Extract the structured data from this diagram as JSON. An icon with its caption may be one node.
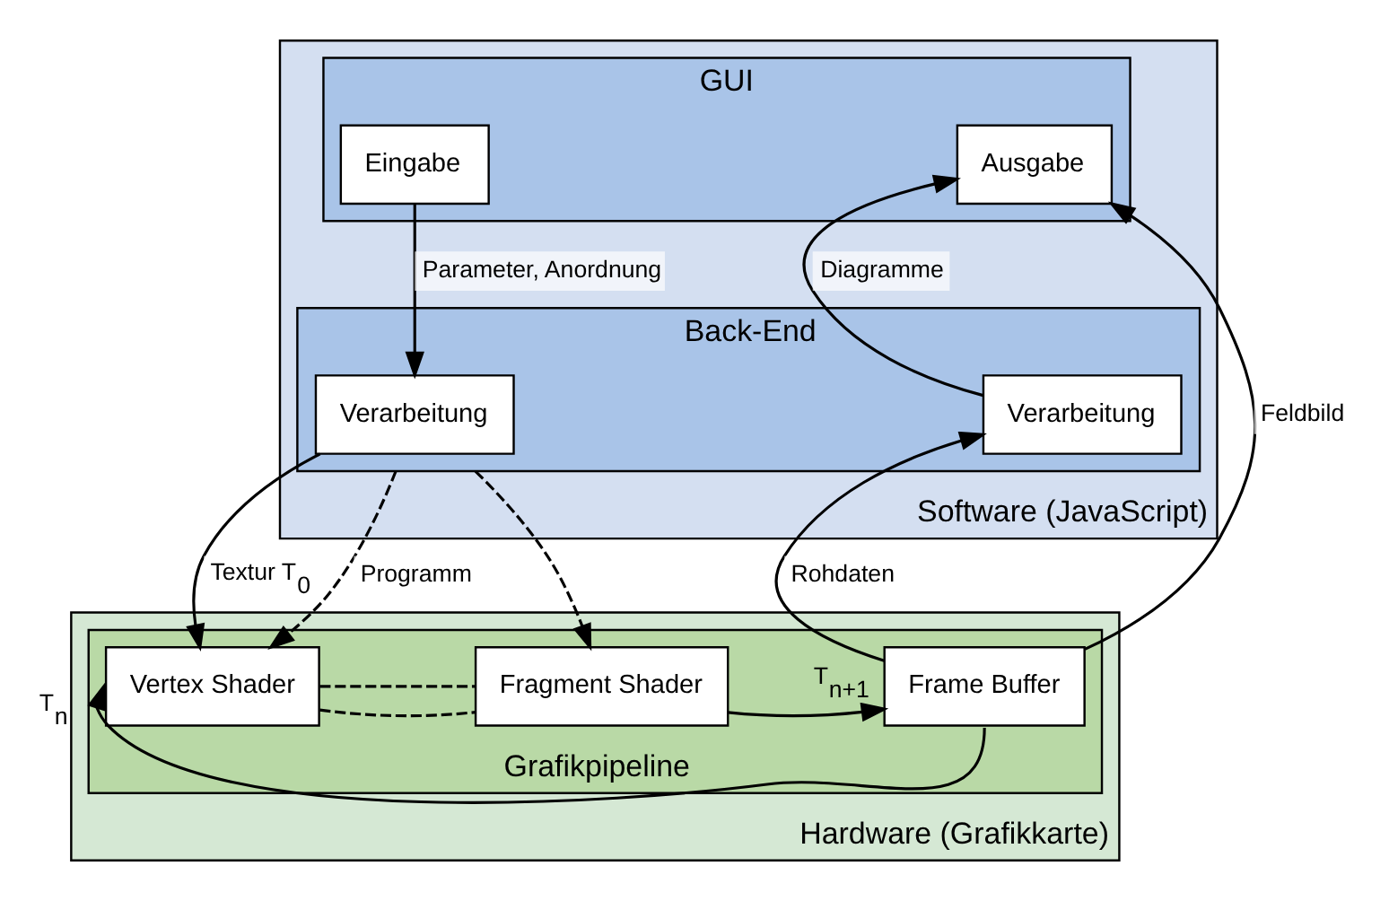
{
  "diagram": {
    "nodes": [
      {
        "text": [
          "Software (JavaScript)"
        ]
      },
      {
        "text": [
          "GUI"
        ],
        "in": 0
      },
      {
        "text": [
          "Eingabe"
        ],
        "in": 1
      },
      {
        "text": [
          "Ausgabe"
        ],
        "in": 1
      },
      {
        "text": [
          "Back-End"
        ],
        "in": 0
      },
      {
        "text": [
          "Verarbeitung"
        ],
        "in": 4
      },
      {
        "text": [
          "Verarbeitung"
        ],
        "in": 4
      },
      {
        "text": [
          "Hardware (Grafikkarte)"
        ]
      },
      {
        "text": [
          "Grafikpipeline"
        ],
        "in": 7
      },
      {
        "text": [
          "Vertex Shader"
        ],
        "in": 8
      },
      {
        "text": [
          "Fragment Shader"
        ],
        "in": 8
      },
      {
        "text": [
          "Frame Buffer"
        ],
        "in": 8
      }
    ],
    "edges": [
      {
        "from": 2,
        "to": 5,
        "arrow": "to",
        "label": "Parameter, Anordnung"
      },
      {
        "from": 6,
        "to": 3,
        "arrow": "to",
        "label": "Diagramme"
      },
      {
        "from": 11,
        "to": 3,
        "arrow": "to",
        "label": "Feldbild"
      },
      {
        "from": 5,
        "to": 9,
        "arrow": "to",
        "label": "Textur T$_{0}$"
      },
      {
        "from": 4,
        "to": 9,
        "arrow": "to",
        "style": "dashed",
        "label": "Programm"
      },
      {
        "from": 4,
        "to": 10,
        "arrow": "to",
        "style": "dashed"
      },
      {
        "from": 9,
        "to": 10,
        "arrow": "none",
        "style": "dashed"
      },
      {
        "from": 9,
        "to": 10,
        "arrow": "none",
        "style": "dashed"
      },
      {
        "from": 10,
        "to": 11,
        "arrow": "to",
        "label": "T$_{n+1}$"
      },
      {
        "from": 11,
        "to": 6,
        "arrow": "to",
        "label": "Rohdaten"
      },
      {
        "from": 11,
        "to": 9,
        "arrow": "to",
        "label": "T$_{n}$"
      }
    ]
  }
}
